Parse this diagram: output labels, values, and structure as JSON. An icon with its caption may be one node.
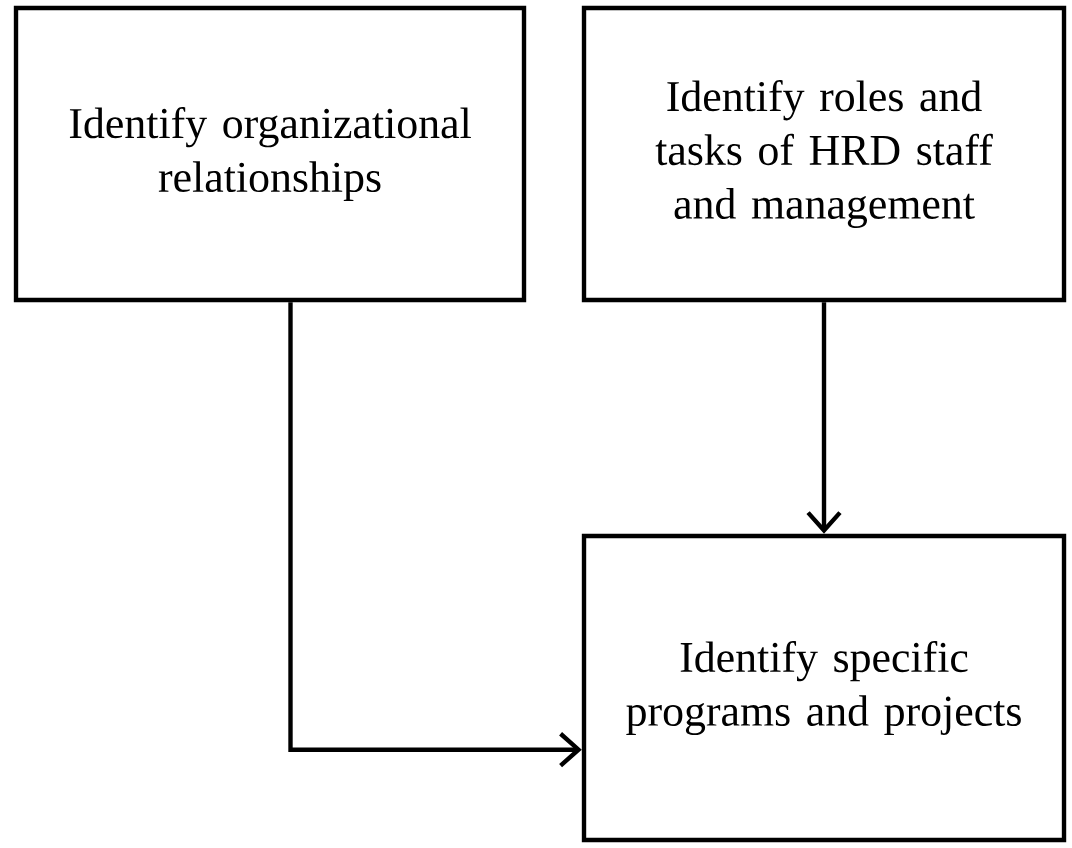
{
  "diagram": {
    "nodes": [
      {
        "text": [
          "Identify organizational relationships"
        ]
      },
      {
        "text": [
          "Identify roles and tasks of HRD staff and management"
        ]
      },
      {
        "text": [
          "Identify specific programs and projects"
        ]
      }
    ],
    "edges": [
      {
        "from": 0,
        "to": 2,
        "arrow": "to"
      },
      {
        "from": 1,
        "to": 2,
        "arrow": "to"
      }
    ]
  }
}
